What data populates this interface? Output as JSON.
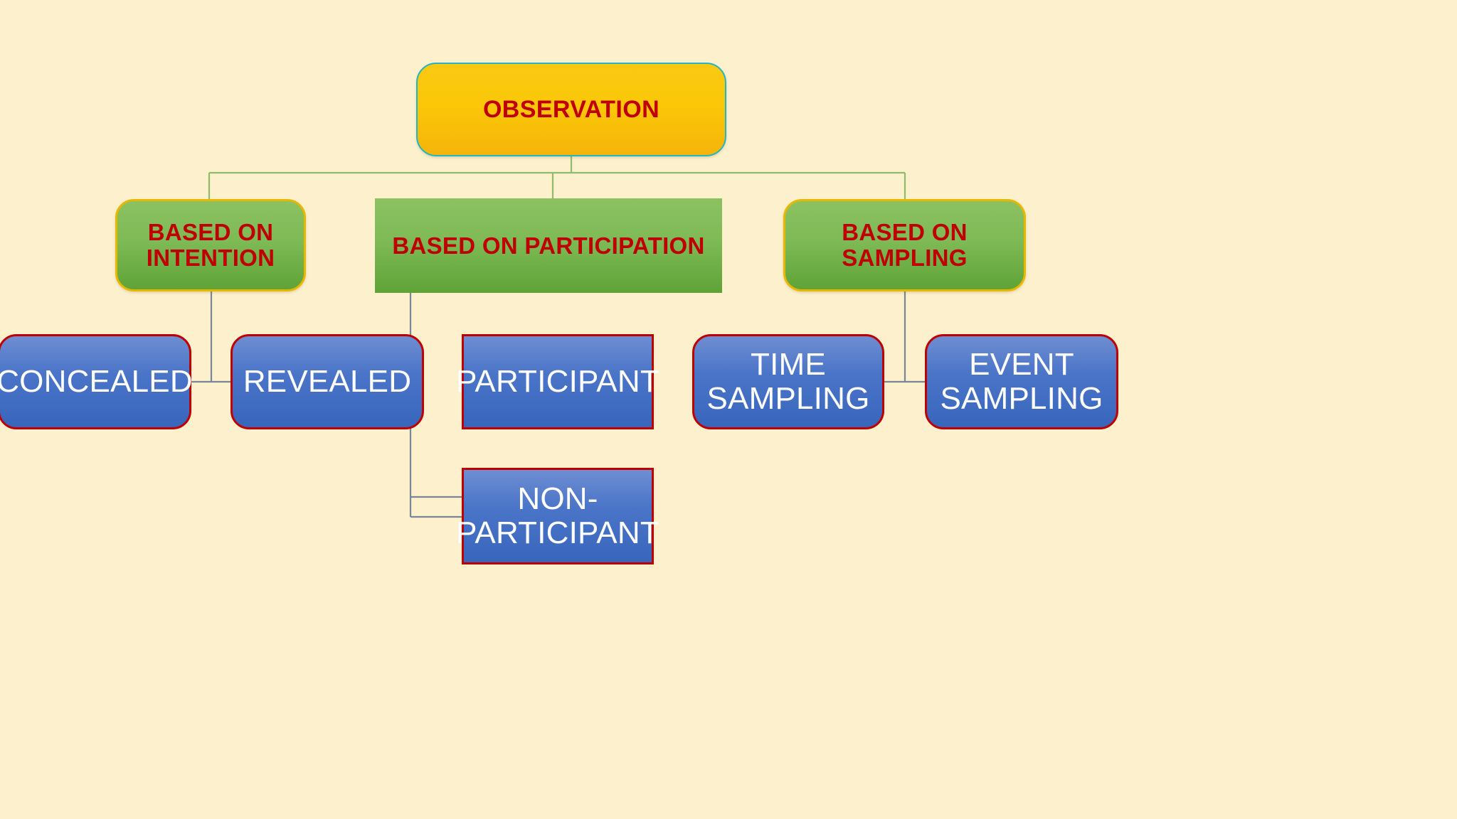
{
  "diagram": {
    "title": "Observation",
    "background_color": "#FCF0CD",
    "palette": {
      "root_fill": "#FBC707",
      "root_border": "#21B6C4",
      "root_text": "#C00000",
      "level2_fill": "#7EBA56",
      "level2_border": "#E8B700",
      "level2_text": "#C00000",
      "level3_fill": "#4A74C8",
      "level3_border": "#C00000",
      "level3_text": "#FFFFFF",
      "connector_green": "#8FBC6B",
      "connector_gray": "#7A8699"
    },
    "root": {
      "label": "OBSERVATION"
    },
    "branches": [
      {
        "label": "BASED ON\nINTENTION",
        "shape": "rounded",
        "children": [
          {
            "label": "CONCEALED",
            "shape": "rounded"
          },
          {
            "label": "REVEALED",
            "shape": "rounded"
          }
        ]
      },
      {
        "label": "BASED ON PARTICIPATION",
        "shape": "squared",
        "children": [
          {
            "label": "PARTICIPANT",
            "shape": "squared"
          },
          {
            "label": "NON-\nPARTICIPANT",
            "shape": "squared"
          }
        ]
      },
      {
        "label": "BASED ON\nSAMPLING",
        "shape": "rounded",
        "children": [
          {
            "label": "TIME\nSAMPLING",
            "shape": "rounded"
          },
          {
            "label": "EVENT\nSAMPLING",
            "shape": "rounded"
          }
        ]
      }
    ]
  }
}
